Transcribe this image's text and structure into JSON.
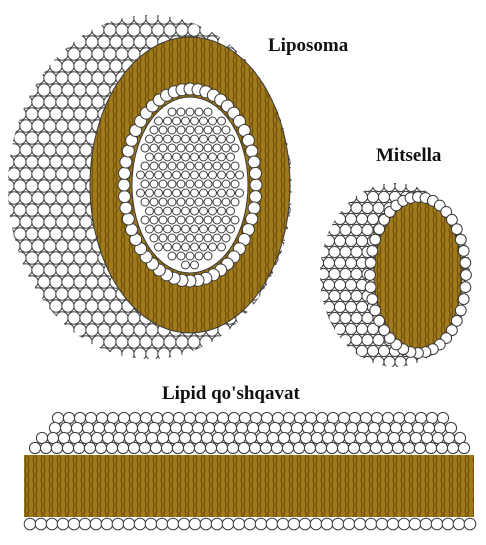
{
  "labels": {
    "liposome": "Liposoma",
    "micelle": "Mitsella",
    "bilayer": "Lipid qo'shqavat"
  },
  "colors": {
    "background": "#ffffff",
    "head_fill": "#ffffff",
    "head_stroke": "#3a3a3a",
    "tail": "#a27a18",
    "tail_dark": "#6b4e0c",
    "tail_light": "#c9a23a"
  },
  "icons": [
    "liposome-figure",
    "micelle-figure",
    "lipid-bilayer-figure"
  ]
}
